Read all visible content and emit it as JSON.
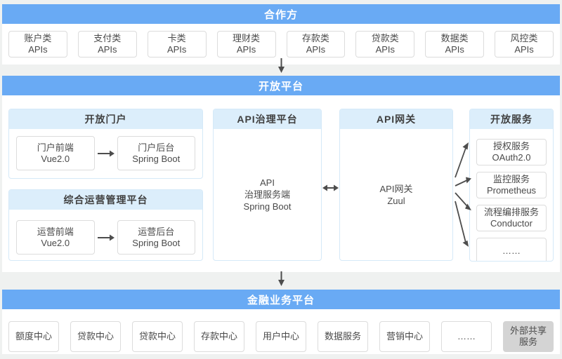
{
  "colors": {
    "page_bg": "#eff1f0",
    "header_blue": "#69aaf4",
    "section_header_bg": "#dceefb",
    "section_border": "#d5e9f8",
    "box_border": "#dcdcdc",
    "gray_box": "#d4d4d4",
    "arrow": "#4d4d4d"
  },
  "partners": {
    "title": "合作方",
    "apis": [
      {
        "line1": "账户类",
        "line2": "APIs"
      },
      {
        "line1": "支付类",
        "line2": "APIs"
      },
      {
        "line1": "卡类",
        "line2": "APIs"
      },
      {
        "line1": "理财类",
        "line2": "APIs"
      },
      {
        "line1": "存款类",
        "line2": "APIs"
      },
      {
        "line1": "贷款类",
        "line2": "APIs"
      },
      {
        "line1": "数据类",
        "line2": "APIs"
      },
      {
        "line1": "风控类",
        "line2": "APIs"
      }
    ]
  },
  "open_platform": {
    "title": "开放平台",
    "portal": {
      "title": "开放门户",
      "frontend": {
        "line1": "门户前端",
        "line2": "Vue2.0"
      },
      "backend": {
        "line1": "门户后台",
        "line2": "Spring Boot"
      }
    },
    "operations": {
      "title": "综合运营管理平台",
      "frontend": {
        "line1": "运营前端",
        "line2": "Vue2.0"
      },
      "backend": {
        "line1": "运营后台",
        "line2": "Spring Boot"
      }
    },
    "api_governance": {
      "title": "API治理平台",
      "node": {
        "line1": "API",
        "line2": "治理服务端",
        "line3": "Spring Boot"
      }
    },
    "api_gateway": {
      "title": "API网关",
      "node": {
        "line1": "API网关",
        "line2": "Zuul"
      }
    },
    "open_services": {
      "title": "开放服务",
      "items": [
        {
          "line1": "授权服务",
          "line2": "OAuth2.0"
        },
        {
          "line1": "监控服务",
          "line2": "Prometheus"
        },
        {
          "line1": "流程编排服务",
          "line2": "Conductor"
        },
        {
          "line1": "……",
          "line2": ""
        }
      ]
    }
  },
  "financial_platform": {
    "title": "金融业务平台",
    "centers": [
      {
        "line1": "额度中心"
      },
      {
        "line1": "贷款中心"
      },
      {
        "line1": "贷款中心"
      },
      {
        "line1": "存款中心"
      },
      {
        "line1": "用户中心"
      },
      {
        "line1": "数据服务"
      },
      {
        "line1": "营销中心"
      },
      {
        "line1": "……"
      },
      {
        "line1": "外部共享",
        "line2": "服务"
      }
    ]
  }
}
